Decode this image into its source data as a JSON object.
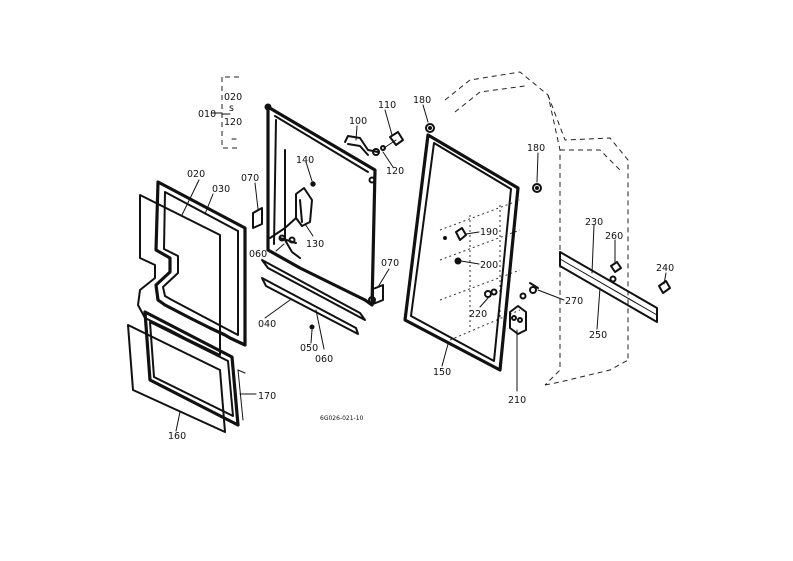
{
  "drawing": {
    "document_code": "6G026-021-10",
    "callouts": {
      "p010": "010",
      "p020_range": "020",
      "tilde": "s",
      "p120_range": "120",
      "p020": "020",
      "p030": "030",
      "p040": "040",
      "p050": "050",
      "p060a": "060",
      "p060b": "060",
      "p070a": "070",
      "p070b": "070",
      "p100": "100",
      "p110": "110",
      "p120": "120",
      "p130": "130",
      "p140": "140",
      "p150": "150",
      "p160": "160",
      "p170": "170",
      "p180a": "180",
      "p180b": "180",
      "p190": "190",
      "p200": "200",
      "p210": "210",
      "p220": "220",
      "p230": "230",
      "p240": "240",
      "p250": "250",
      "p260": "260",
      "p270": "270"
    }
  }
}
